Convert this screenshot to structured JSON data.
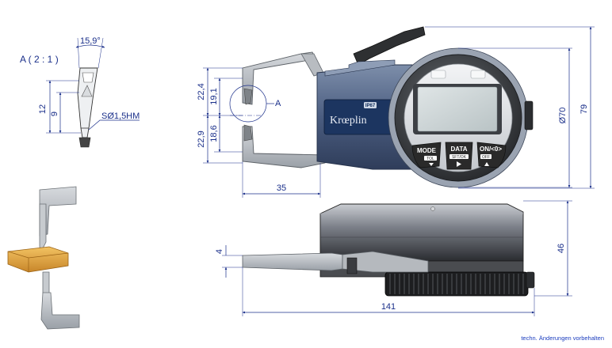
{
  "detail_view": {
    "label": "A ( 2 : 1 )",
    "angle": "15,9°",
    "height_12": "12",
    "height_9": "9",
    "tip_spec": "SØ1,5HM"
  },
  "front_view": {
    "dim_22_4": "22,4",
    "dim_19_1": "19,1",
    "dim_22_9": "22,9",
    "dim_18_6": "18,6",
    "dim_35": "35",
    "dim_dia_70": "Ø70",
    "dim_79": "79",
    "detail_ref": "A"
  },
  "device": {
    "brand": "Krœplin",
    "ip_rating": "IP67",
    "buttons": [
      {
        "label": "MODE",
        "sub": "TOL",
        "icon": "arrow-down-icon"
      },
      {
        "label": "DATA",
        "sub": "SFT/OK",
        "icon": "arrow-right-icon"
      },
      {
        "label": "ON/<0>",
        "sub": "OFF",
        "icon": "arrow-up-icon"
      }
    ]
  },
  "bottom_view": {
    "dim_4": "4",
    "dim_46": "46",
    "dim_141": "141"
  },
  "footnote": "techn. Änderungen vorbehalten",
  "colors": {
    "dimension_blue": "#1a2f8a",
    "housing_blue": "#3b4f73",
    "brand_panel": "#1c3560",
    "button_dark": "#2b2b2b",
    "workpiece_orange": "#e6a63c"
  }
}
